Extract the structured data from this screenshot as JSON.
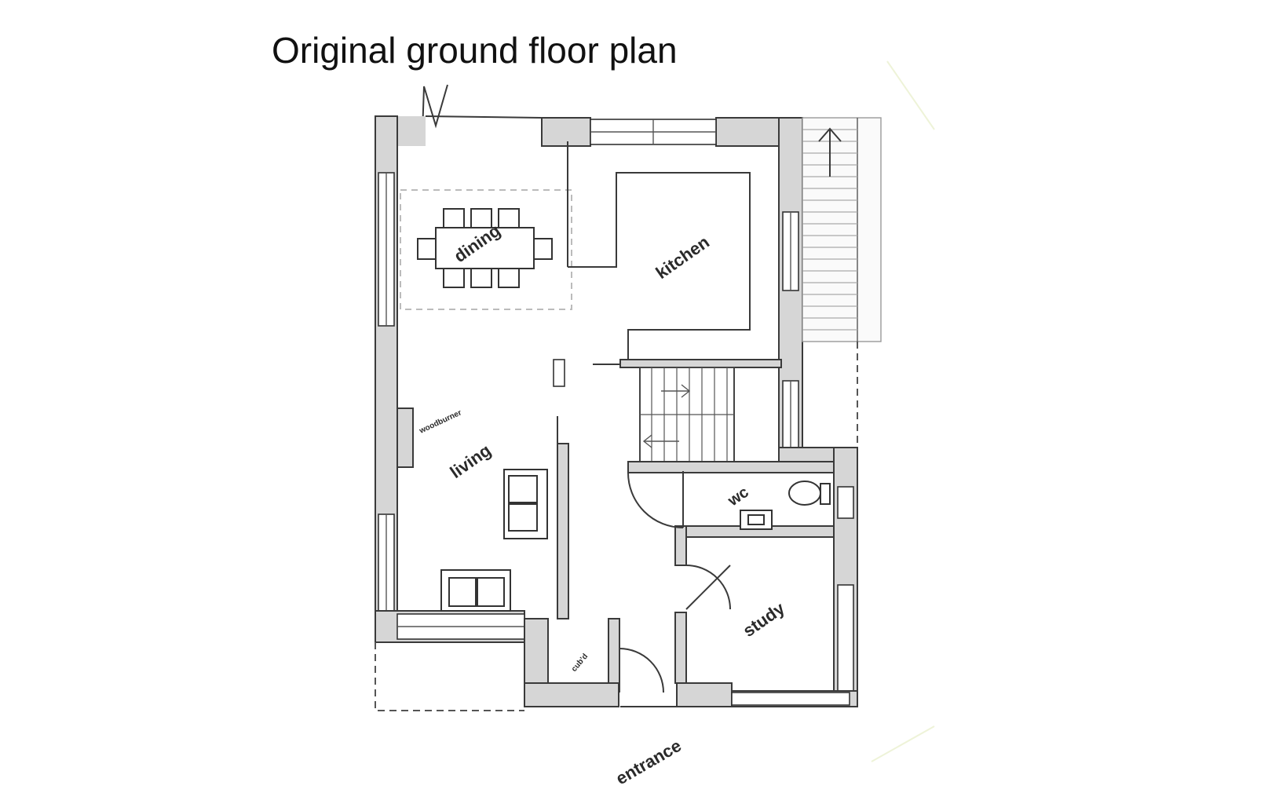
{
  "title": "Original ground floor plan",
  "north_label": "N",
  "rooms": {
    "dining": "dining",
    "kitchen": "kitchen",
    "living": "living",
    "woodburner": "woodburner",
    "wc": "wc",
    "study": "study",
    "cupboard": "cub'd",
    "entrance": "entrance"
  },
  "icons": [
    "north-arrow-icon",
    "stair-arrow-icon"
  ],
  "colors": {
    "wall_fill": "#d6d6d6",
    "line": "#3a3a3a"
  }
}
